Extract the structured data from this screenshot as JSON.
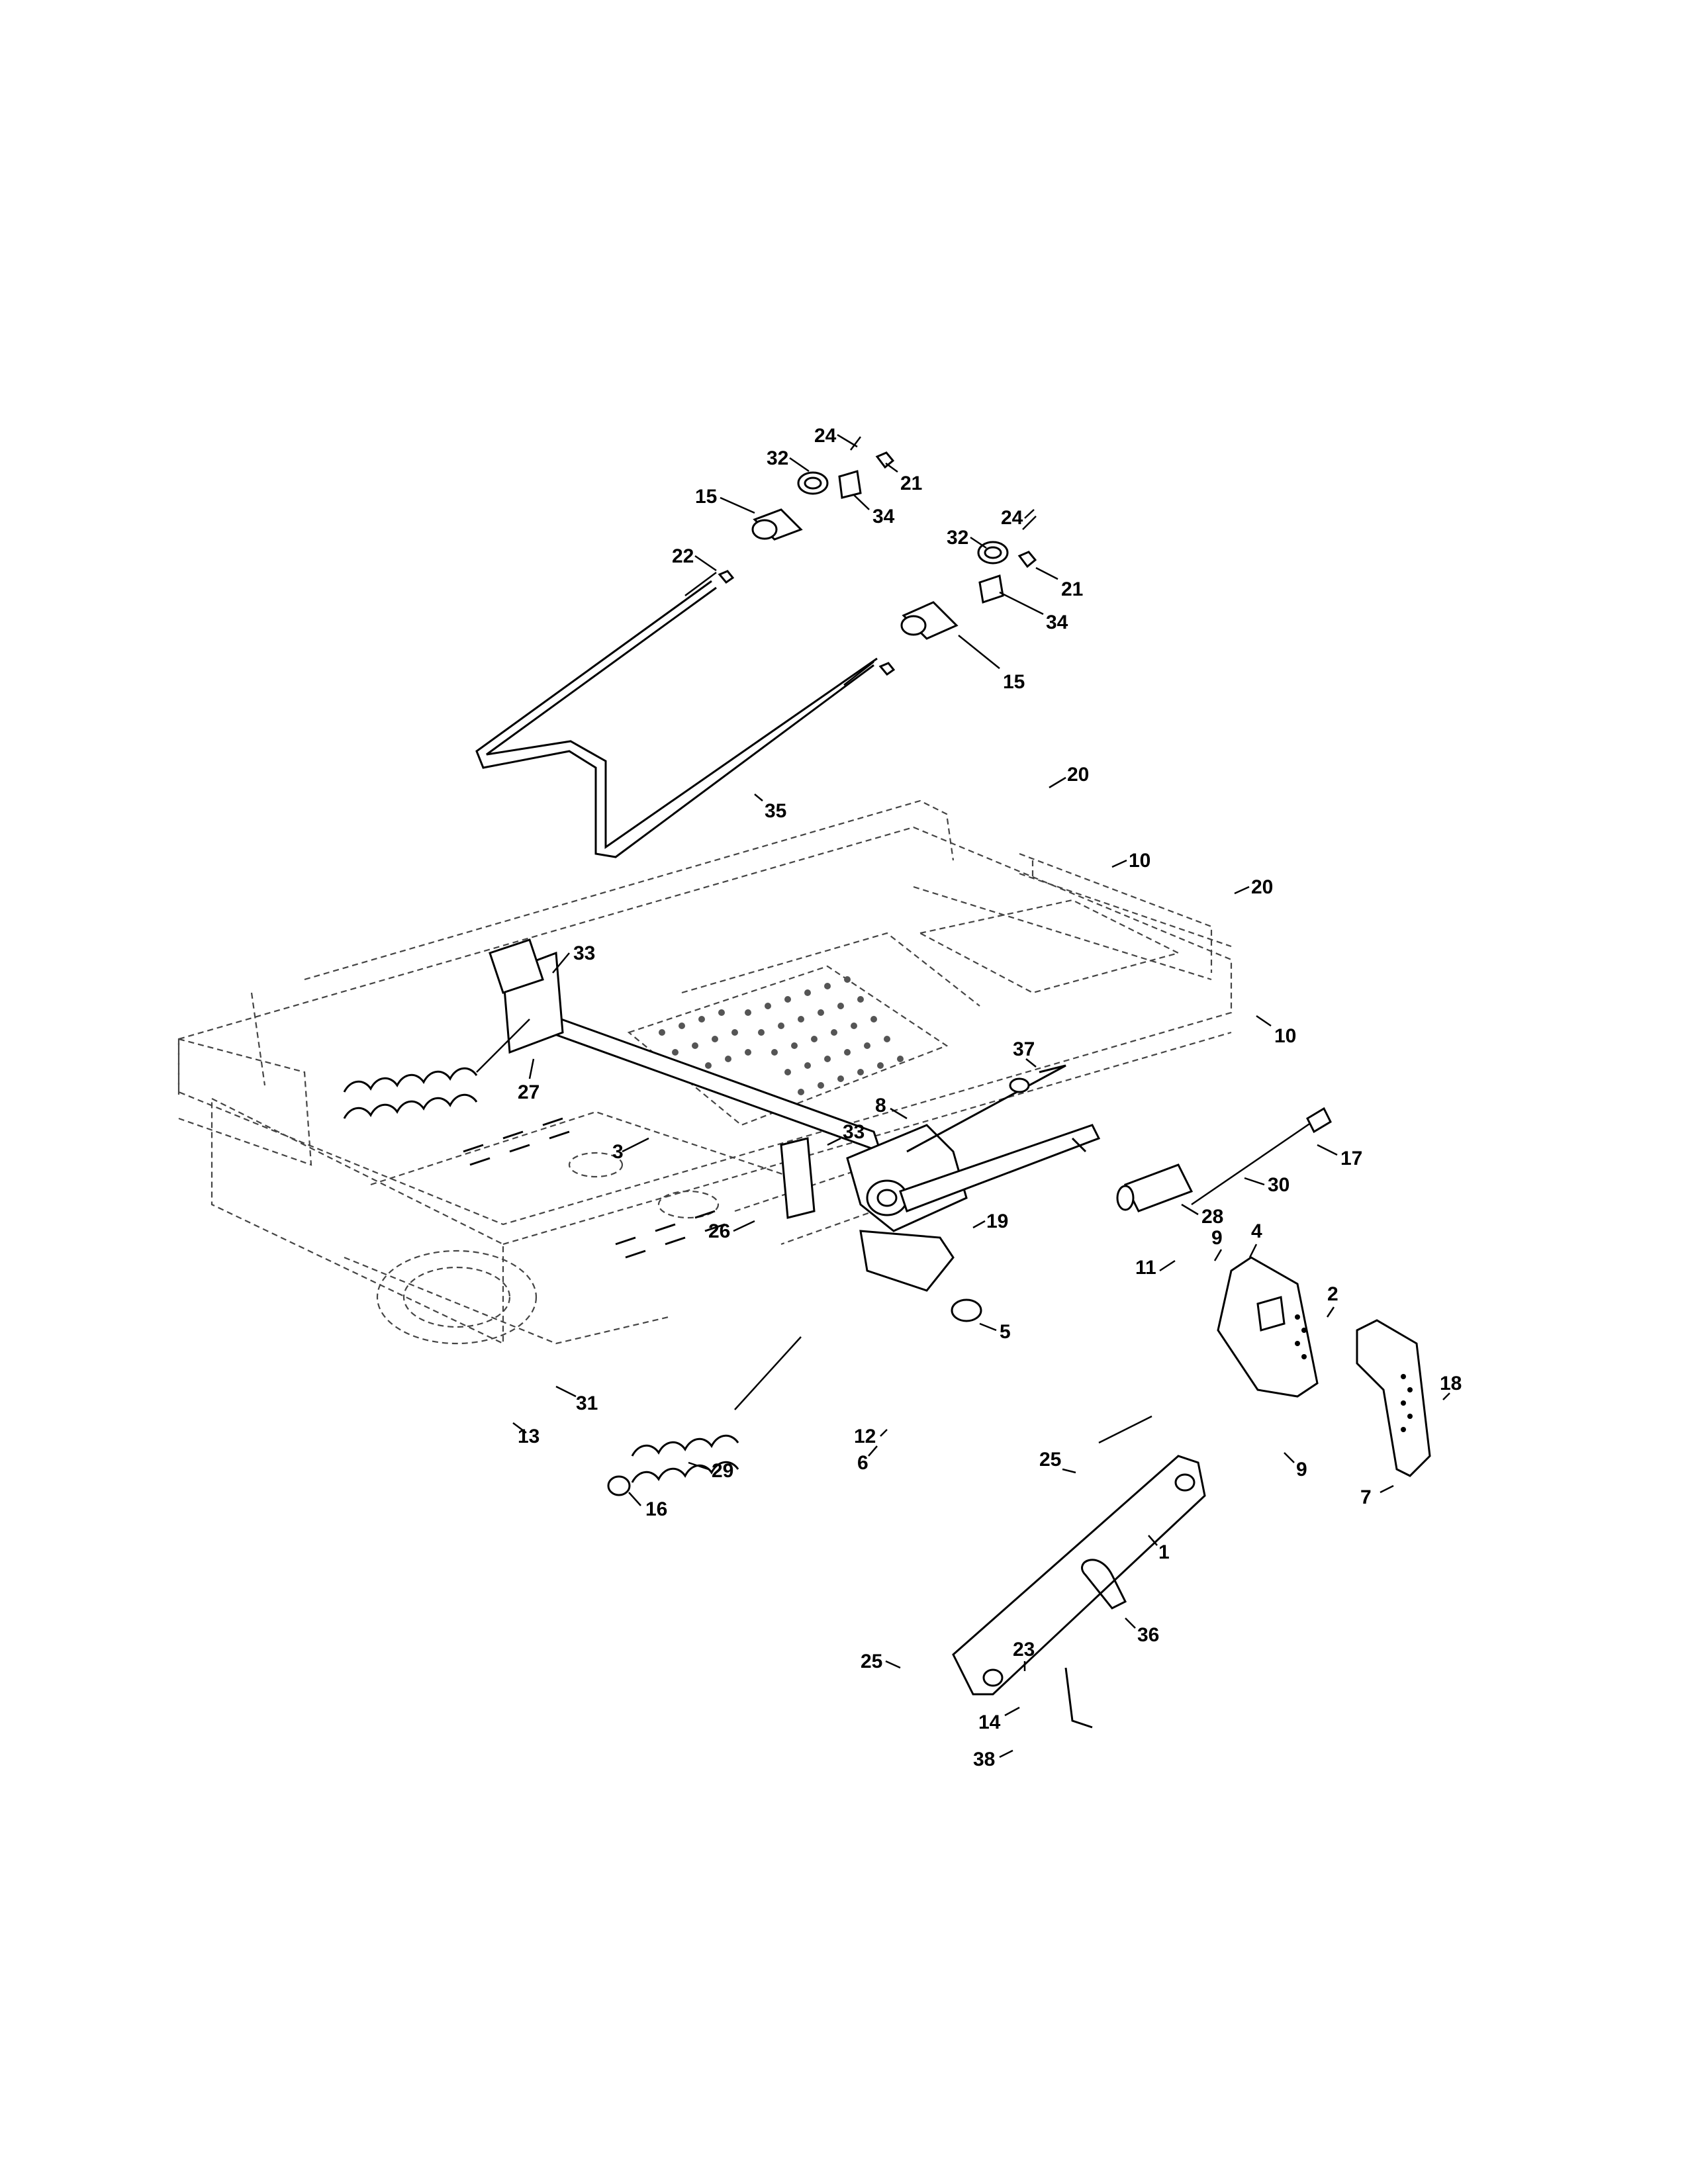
{
  "diagram": {
    "type": "exploded parts diagram",
    "callouts": [
      "24",
      "32",
      "21",
      "15",
      "34",
      "22",
      "24",
      "32",
      "21",
      "34",
      "15",
      "35",
      "20",
      "10",
      "20",
      "10",
      "33",
      "27",
      "3",
      "37",
      "8",
      "33",
      "17",
      "30",
      "28",
      "26",
      "19",
      "9",
      "11",
      "4",
      "5",
      "2",
      "18",
      "31",
      "13",
      "29",
      "16",
      "12",
      "6",
      "9",
      "7",
      "25",
      "1",
      "36",
      "25",
      "23",
      "14",
      "38"
    ]
  }
}
